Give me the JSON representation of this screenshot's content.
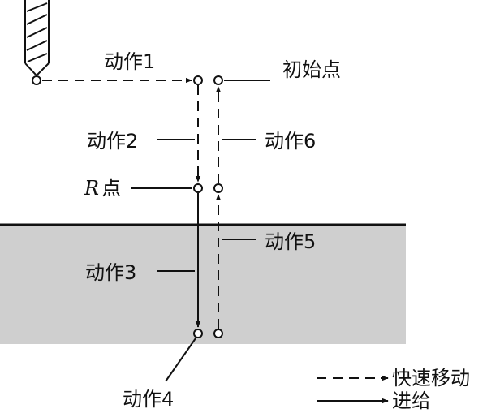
{
  "colors": {
    "ink": "#111111",
    "workpiece_fill": "#cfcfcf",
    "background": "#ffffff"
  },
  "labels": {
    "action1": "动作1",
    "action2": "动作2",
    "action3": "动作3",
    "action4": "动作4",
    "action5": "动作5",
    "action6": "动作6",
    "initial_point": "初始点",
    "r_letter": "R",
    "r_point_suffix": "点"
  },
  "legend": {
    "rapid": "快速移动",
    "feed": "进给"
  },
  "icons": [
    "drill-bit-icon"
  ]
}
